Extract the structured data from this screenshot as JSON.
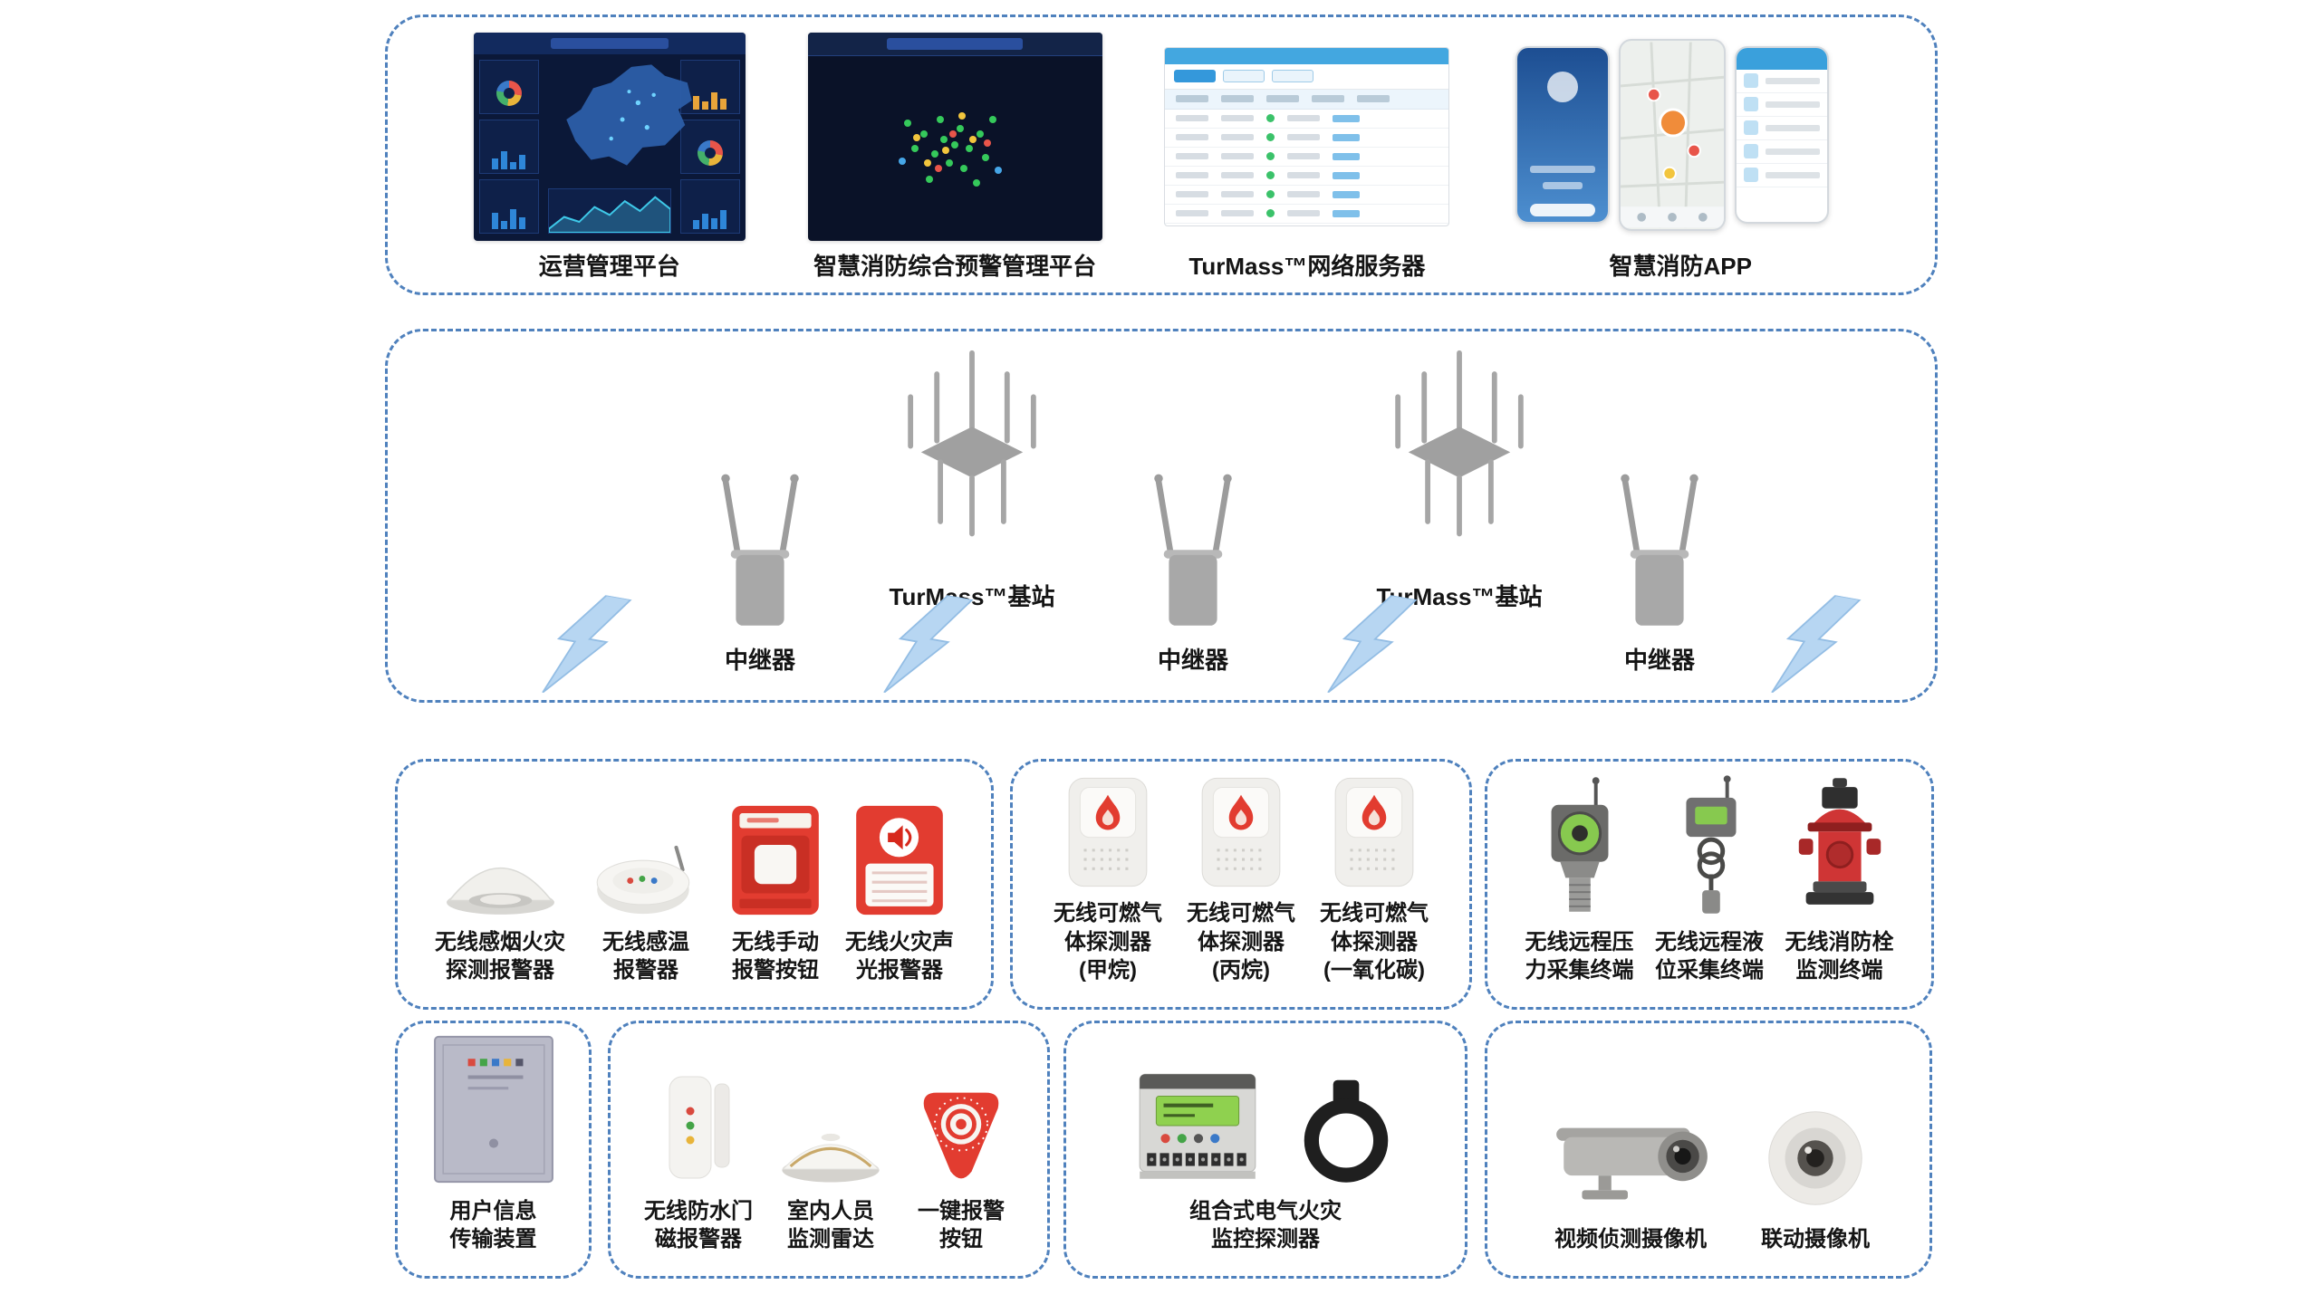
{
  "colors": {
    "dashed_border": "#4f81bd",
    "lightning_bolt": "#b7d6f2",
    "alarm_red": "#e23c30",
    "hydrant_red": "#cf3535",
    "display_green": "#87c94f",
    "dashboard_navy": "#0b1838"
  },
  "platform_section": {
    "items": [
      {
        "label": "运营管理平台"
      },
      {
        "label": "智慧消防综合预警管理平台"
      },
      {
        "label": "TurMass™网络服务器"
      },
      {
        "label": "智慧消防APP"
      }
    ]
  },
  "network_section": {
    "nodes": [
      {
        "type": "repeater",
        "label": "中继器"
      },
      {
        "type": "basestation",
        "label": "TurMass™基站"
      },
      {
        "type": "repeater",
        "label": "中继器"
      },
      {
        "type": "basestation",
        "label": "TurMass™基站"
      },
      {
        "type": "repeater",
        "label": "中继器"
      }
    ]
  },
  "device_groups": {
    "fire_detection": {
      "devices": [
        {
          "label": "无线感烟火灾\n探测报警器"
        },
        {
          "label": "无线感温\n报警器"
        },
        {
          "label": "无线手动\n报警按钮"
        },
        {
          "label": "无线火灾声\n光报警器"
        }
      ]
    },
    "gas_detection": {
      "devices": [
        {
          "label": "无线可燃气\n体探测器\n(甲烷)"
        },
        {
          "label": "无线可燃气\n体探测器\n(丙烷)"
        },
        {
          "label": "无线可燃气\n体探测器\n(一氧化碳)"
        }
      ]
    },
    "collection_terminals": {
      "devices": [
        {
          "label": "无线远程压\n力采集终端"
        },
        {
          "label": "无线远程液\n位采集终端"
        },
        {
          "label": "无线消防栓\n监测终端"
        }
      ]
    },
    "user_info": {
      "devices": [
        {
          "label": "用户信息\n传输装置"
        }
      ]
    },
    "indoor": {
      "devices": [
        {
          "label": "无线防水门\n磁报警器"
        },
        {
          "label": "室内人员\n监测雷达"
        },
        {
          "label": "一键报警\n按钮"
        }
      ]
    },
    "electrical": {
      "devices": [
        {
          "label": "组合式电气火灾\n监控探测器"
        }
      ]
    },
    "cameras": {
      "devices": [
        {
          "label": "视频侦测摄像机"
        },
        {
          "label": "联动摄像机"
        }
      ]
    }
  }
}
